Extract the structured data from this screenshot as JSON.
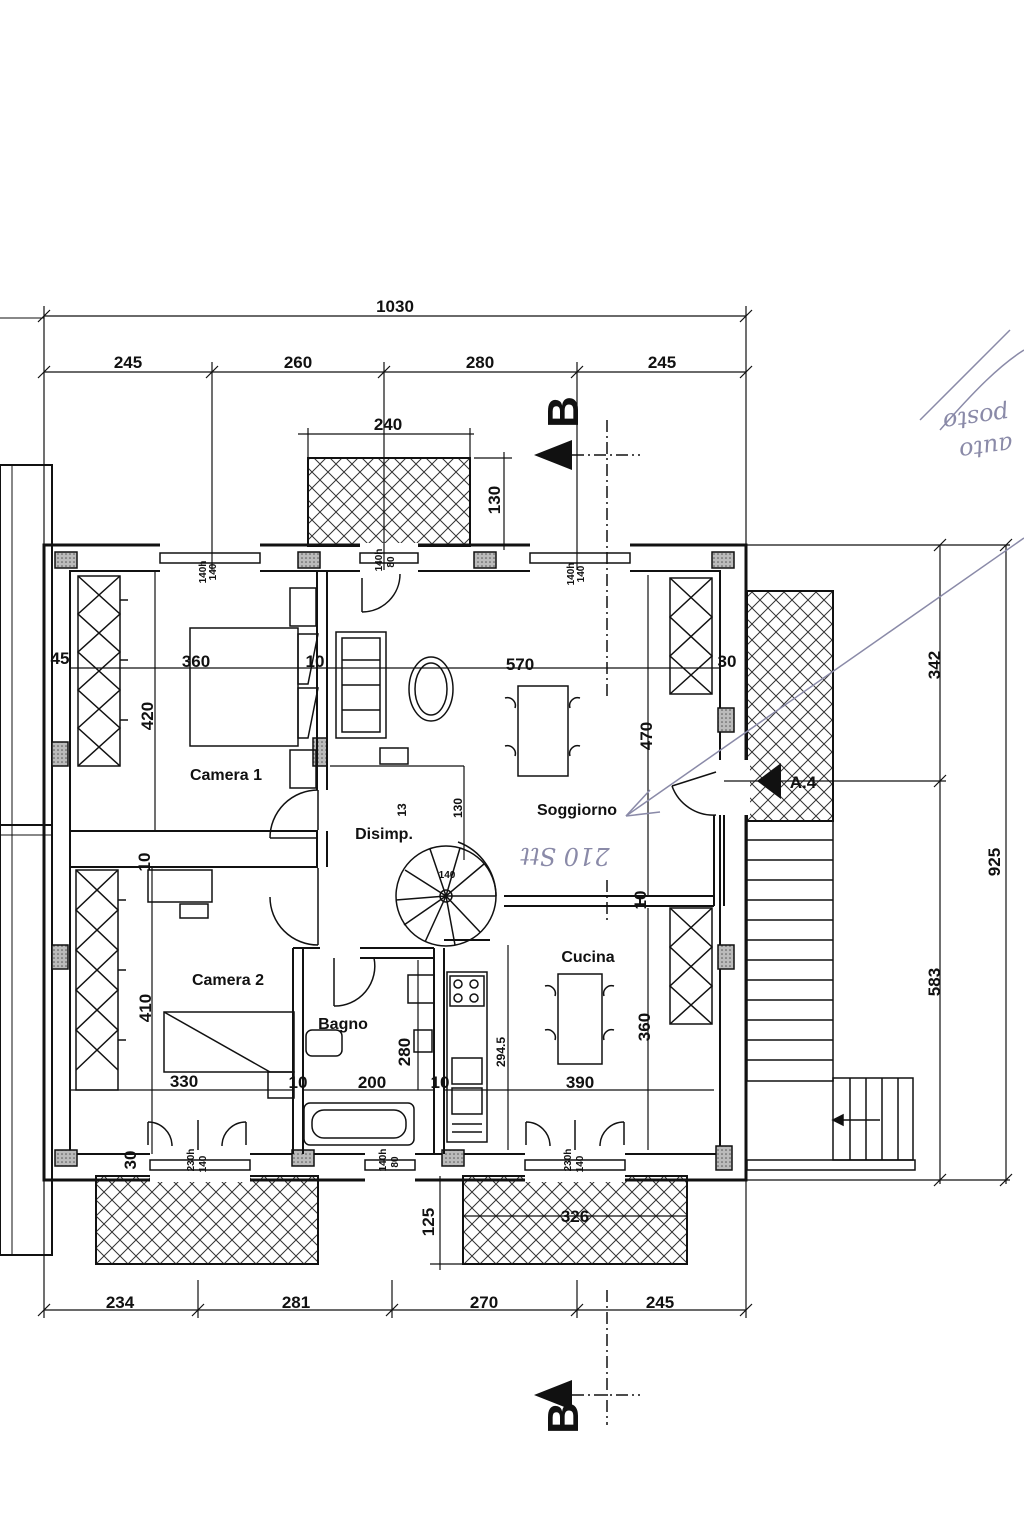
{
  "dimensions": {
    "overall_width": "1030",
    "top_segments": [
      "245",
      "260",
      "280",
      "245"
    ],
    "balcony_top_width": "240",
    "balcony_top_depth": "130",
    "bottom_segments": [
      "234",
      "281",
      "270",
      "245"
    ],
    "balcony_bottom_width": "326",
    "balcony_bottom_depth": "125",
    "right_total": "925",
    "right_upper": "342",
    "right_lower": "583"
  },
  "rooms": {
    "camera1": {
      "name": "Camera  1",
      "width": "360",
      "height": "420"
    },
    "camera2": {
      "name": "Camera  2",
      "width": "330",
      "height": "410"
    },
    "soggiorno": {
      "name": "Soggiorno",
      "width": "570",
      "height": "470"
    },
    "disimpegno": {
      "name": "Disimp.",
      "h1": "13",
      "h2": "130"
    },
    "bagno": {
      "name": "Bagno",
      "width": "200",
      "height": "280"
    },
    "cucina": {
      "name": "Cucina",
      "width": "390",
      "height": "360",
      "counter": "294.5"
    }
  },
  "misc": {
    "wall_10a": "10",
    "wall_10b": "10",
    "wall_10c": "10",
    "wall_10d": "10",
    "wall_10e": "10",
    "wall_45": "45",
    "wall_30a": "30",
    "wall_30b": "30",
    "stair": "140",
    "opening_140h_1": "140h",
    "opening_140_1": "140",
    "opening_140h_2": "140h",
    "opening_80_2": "80",
    "opening_140h_3": "140h",
    "opening_140_3": "140",
    "opening_230h_1": "230h",
    "opening_140_4": "140",
    "opening_140h_5": "140h",
    "opening_80_5": "80",
    "opening_230h_6": "230h",
    "opening_140_6": "140",
    "access_label": "A.4"
  },
  "section_markers": {
    "top": "B",
    "bottom": "B"
  },
  "handwritten": {
    "note_room": "210 Stt",
    "note_margin_1": "posto",
    "note_margin_2": "auto"
  },
  "colors": {
    "line": "#111111",
    "hatch": "#333333",
    "pen": "#8a8aa8"
  }
}
